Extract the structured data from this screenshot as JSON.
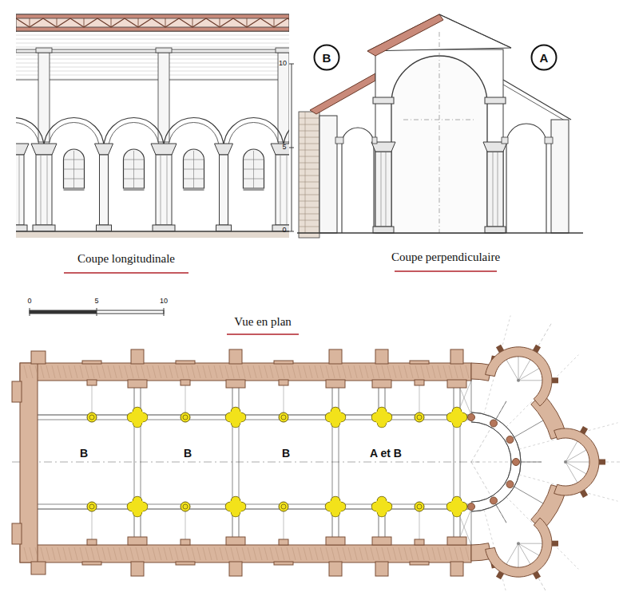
{
  "diagram": {
    "nodes": [
      {
        "text": [
          "B"
        ]
      },
      {
        "text": [
          "A"
        ]
      }
    ],
    "labels": [
      "Coupe longitudinale",
      "Coupe perpendiculaire",
      "10",
      "5",
      "0",
      "Vue en plan",
      "0",
      "5",
      "10",
      "B",
      "B",
      "B",
      "A et B"
    ]
  }
}
